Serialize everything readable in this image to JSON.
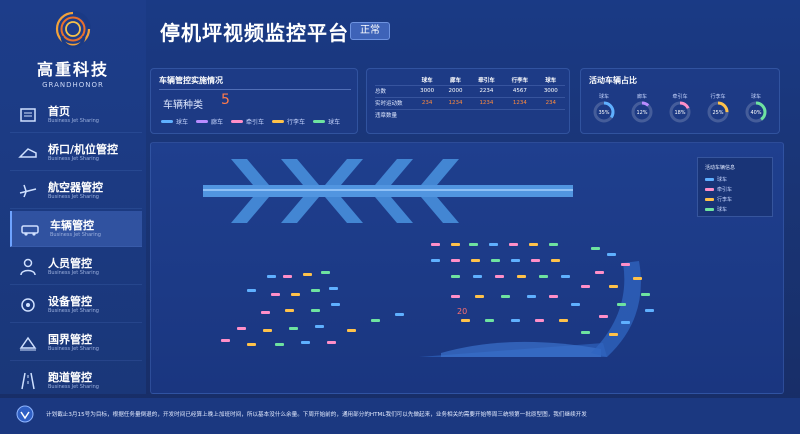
{
  "brand": {
    "name_cn": "高重科技",
    "name_en": "GRANDHONOR"
  },
  "header": {
    "title": "停机坪视频监控平台",
    "status": "正常"
  },
  "sidebar": {
    "items": [
      {
        "label": "首页",
        "sub": "Business Jet Sharing",
        "icon": "home-icon"
      },
      {
        "label": "桥口/机位管控",
        "sub": "Business Jet Sharing",
        "icon": "bridge-icon"
      },
      {
        "label": "航空器管控",
        "sub": "Business Jet Sharing",
        "icon": "plane-icon"
      },
      {
        "label": "车辆管控",
        "sub": "Business Jet Sharing",
        "icon": "vehicle-icon"
      },
      {
        "label": "人员管控",
        "sub": "Business Jet Sharing",
        "icon": "person-icon"
      },
      {
        "label": "设备管控",
        "sub": "Business Jet Sharing",
        "icon": "device-icon"
      },
      {
        "label": "国界管控",
        "sub": "Business Jet Sharing",
        "icon": "border-icon"
      },
      {
        "label": "跑道管控",
        "sub": "Business Jet Sharing",
        "icon": "runway-icon"
      }
    ],
    "active_index": 3
  },
  "vehicle_panel": {
    "title": "车辆管控实施情况",
    "kind_label": "车辆种类",
    "kind_count": "5",
    "legend": [
      {
        "label": "球车",
        "color": "#5fb0ff"
      },
      {
        "label": "廊车",
        "color": "#b98cff"
      },
      {
        "label": "牵引车",
        "color": "#ff8fc8"
      },
      {
        "label": "行李车",
        "color": "#ffc24a"
      },
      {
        "label": "球车",
        "color": "#6ee3a0"
      }
    ]
  },
  "stats_panel": {
    "columns": [
      "球车",
      "廊车",
      "牵引车",
      "行李车",
      "球车"
    ],
    "rows": [
      {
        "label": "总数",
        "values": [
          "3000",
          "2000",
          "2234",
          "4567",
          "3000"
        ],
        "warn": false
      },
      {
        "label": "实时运动数",
        "values": [
          "234",
          "1234",
          "1234",
          "1234",
          "234"
        ],
        "warn": true
      },
      {
        "label": "违章数量",
        "values": [
          "",
          "",
          "",
          "",
          ""
        ],
        "warn": false
      }
    ]
  },
  "ratio_panel": {
    "title": "活动车辆占比",
    "items": [
      {
        "name": "球车",
        "percent": 35,
        "label": "35%",
        "color": "#5fb0ff"
      },
      {
        "name": "廊车",
        "percent": 12,
        "label": "12%",
        "color": "#b98cff"
      },
      {
        "name": "牵引车",
        "percent": 18,
        "label": "18%",
        "color": "#ff8fc8"
      },
      {
        "name": "行李车",
        "percent": 25,
        "label": "25%",
        "color": "#ffc24a"
      },
      {
        "name": "球车",
        "percent": 40,
        "label": "40%",
        "color": "#6ee3a0"
      }
    ]
  },
  "map": {
    "legend_title": "活动车辆信息",
    "legend": [
      {
        "label": "球车",
        "color": "#5fb0ff"
      },
      {
        "label": "牵引车",
        "color": "#ff8fc8"
      },
      {
        "label": "行李车",
        "color": "#ffc24a"
      },
      {
        "label": "球车",
        "color": "#6ee3a0"
      }
    ],
    "count_label": "20"
  },
  "footer": {
    "text": "计划截止3月15号为目标，根据任务量倒退的，开发时间已经算上晚上加班时间，所以基本没什么余量。下周开始前的，通用部分的HTML我们可以先做起来，业务相关的需要开始等周三统领第一批原型图，我们继续开发",
    "icon": "info-icon"
  }
}
